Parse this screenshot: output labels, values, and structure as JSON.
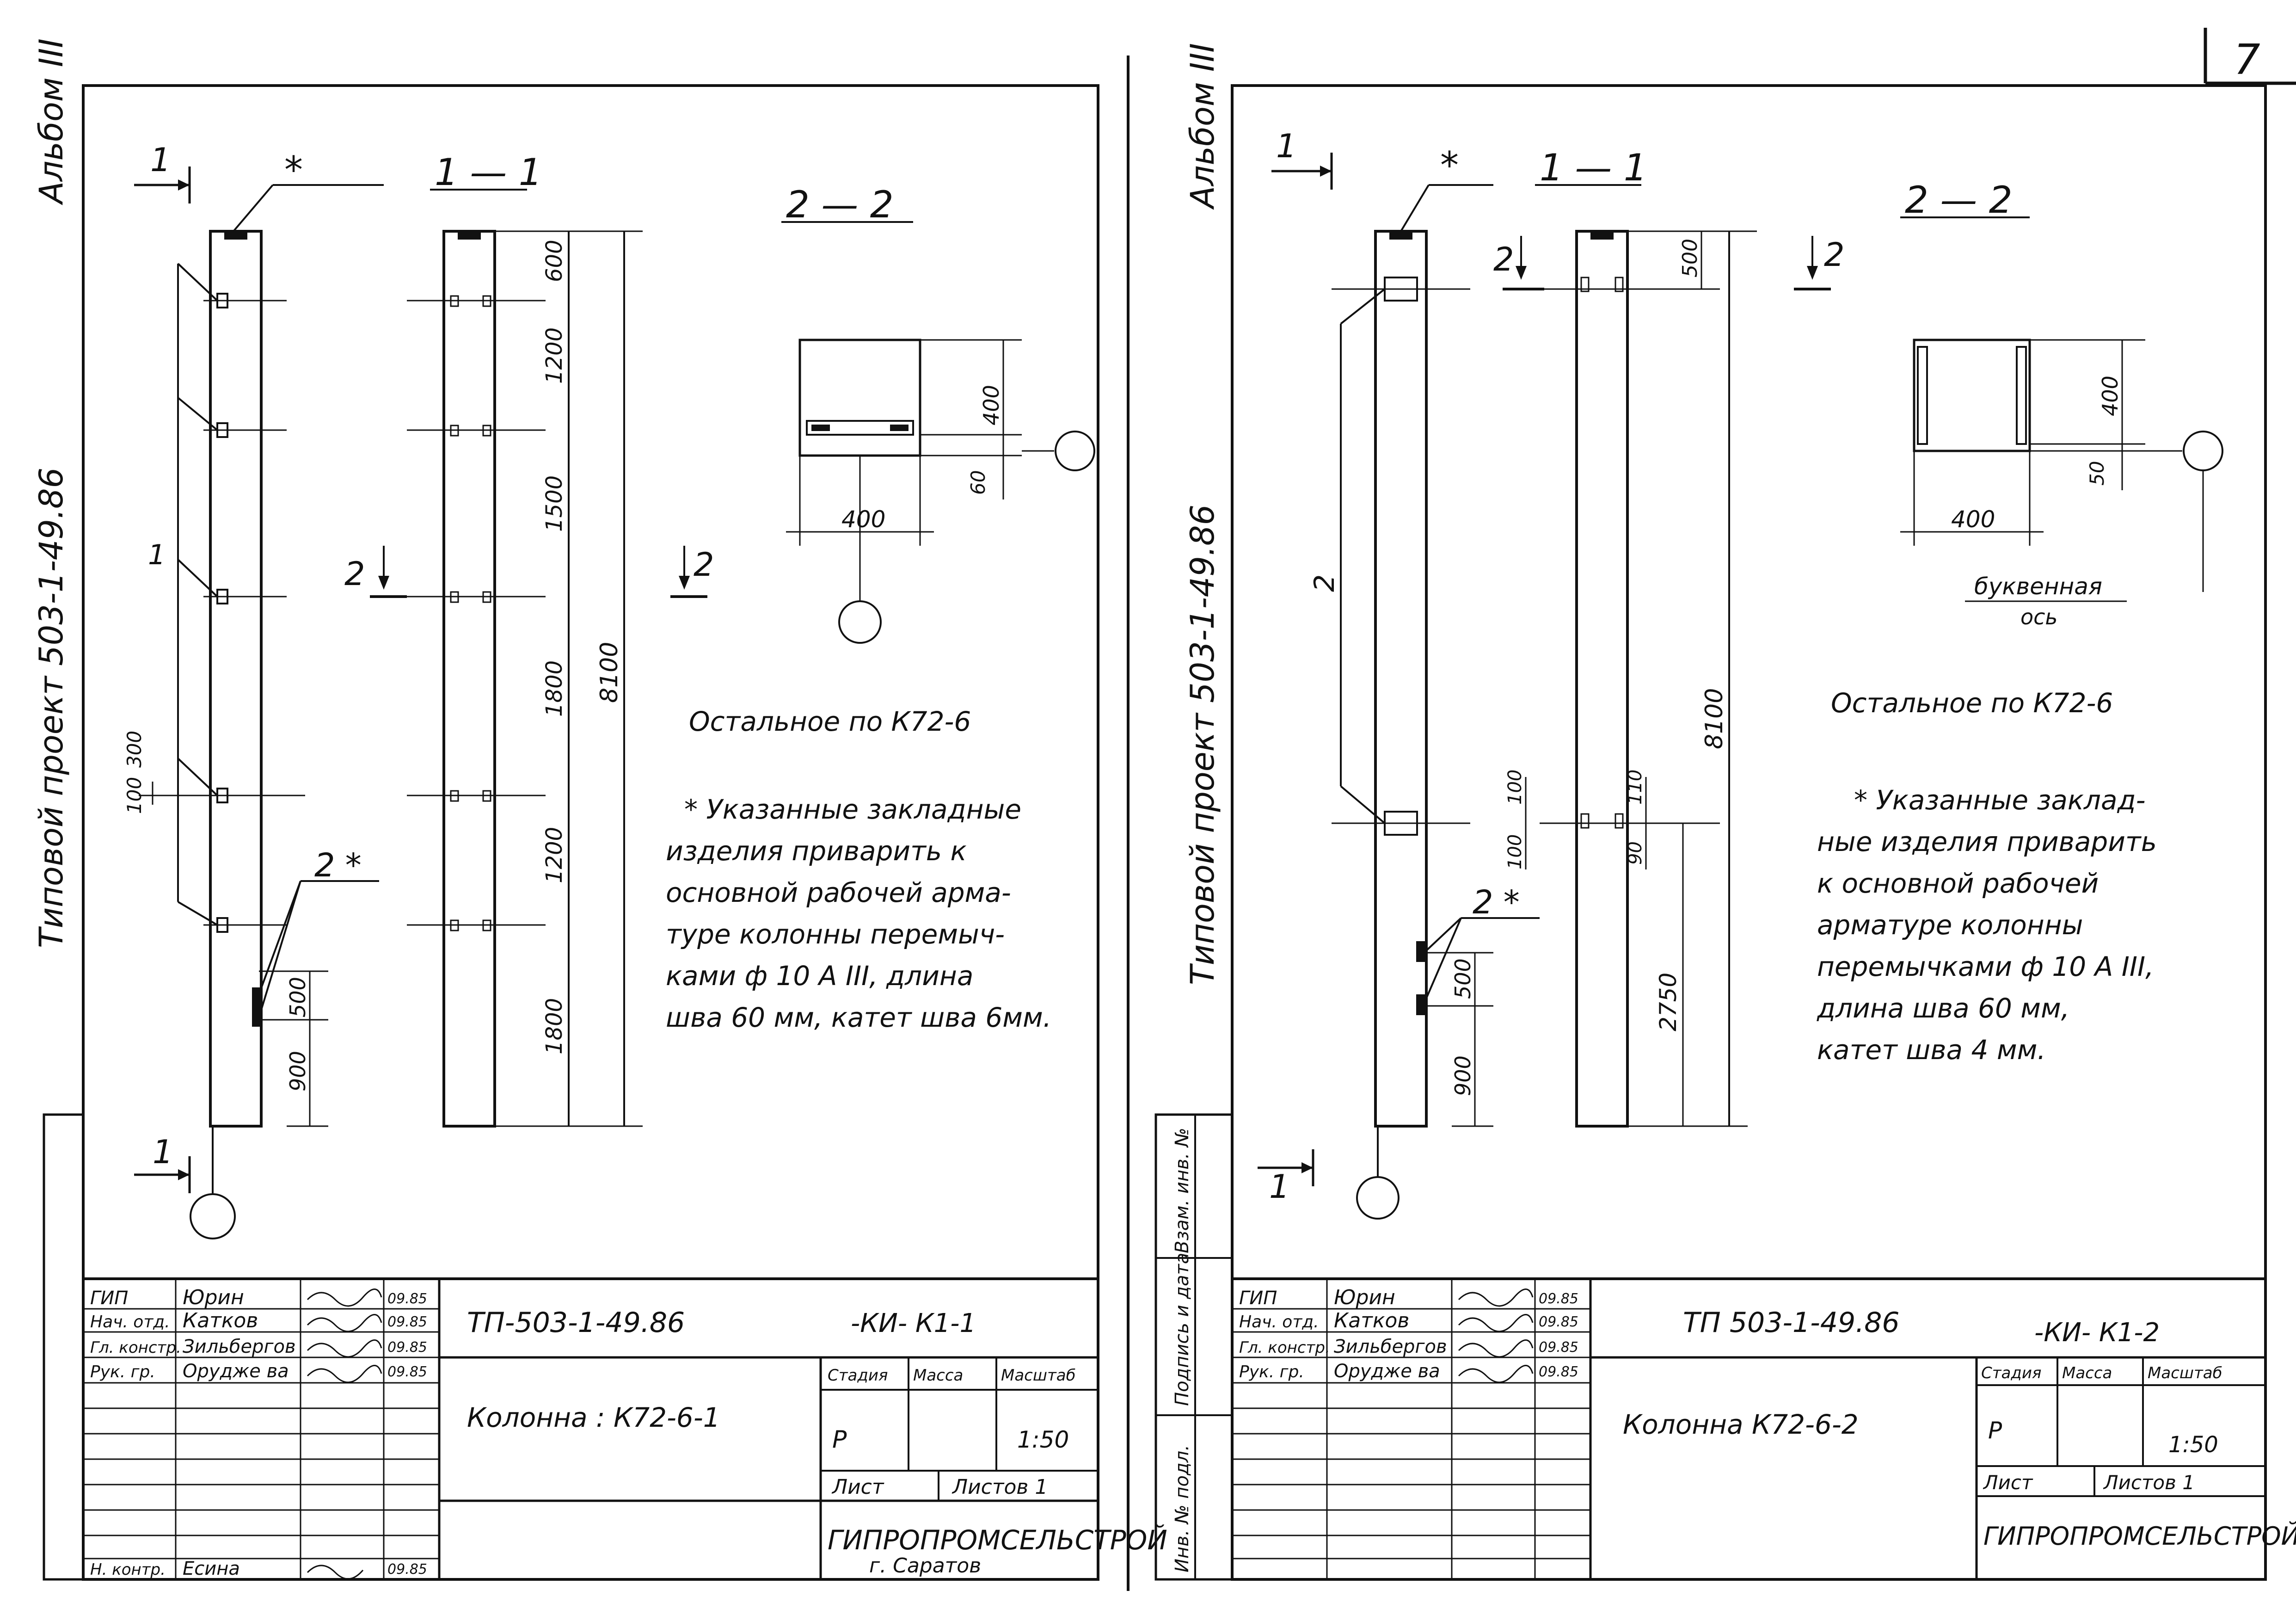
{
  "page_number": "7",
  "left": {
    "album": "Альбом III",
    "project_vertical": "Типовой проект 503-1-49.86",
    "cut_mark": "1",
    "section_title": "1 — 1",
    "section_title_2": "2 — 2",
    "asterisk": "*",
    "mark_2": "2",
    "mark_2_star": "2 *",
    "mark_1": "1",
    "dims": {
      "d600": "600",
      "d1200a": "1200",
      "d1500": "1500",
      "d1800a": "1800",
      "d1200b": "1200",
      "d1800b": "1800",
      "d8100": "8100",
      "d100": "100",
      "d300": "300",
      "d500": "500",
      "d900": "900",
      "d400v": "400",
      "d60": "60",
      "d400h": "400"
    },
    "note_rest": "Остальное по К72-6",
    "note_lines": [
      "* Указанные закладные",
      "изделия приварить к",
      "основной рабочей арма-",
      "туре колонны перемыч-",
      "ками ф 10 А III, длина",
      "шва 60 мм, катет шва 6мм."
    ],
    "stamp": {
      "roles": [
        "ГИП",
        "Нач. отд.",
        "Гл. констр.",
        "Рук. гр."
      ],
      "names": [
        "Юрин",
        "Катков",
        "Зильбергов",
        "Орудже ва"
      ],
      "dates": [
        "09.85",
        "09.85",
        "09.85",
        "09.85"
      ],
      "nkontr_role": "Н. контр.",
      "nkontr_name": "Есина",
      "nkontr_date": "09.85",
      "doc_code": "ТП-503-1-49.86",
      "doc_suffix": "-КИ- К1-1",
      "title": "Колонна : К72-6-1",
      "col_stage": "Стадия",
      "col_mass": "Масса",
      "col_scale": "Масштаб",
      "stage": "Р",
      "scale": "1:50",
      "sheet": "Лист",
      "sheets": "Листов 1",
      "org": "ГИПРОПРОМСЕЛЬСТРОЙ",
      "city": "г. Саратов"
    }
  },
  "right": {
    "album": "Альбом III",
    "project_vertical": "Типовой проект 503-1-49.86",
    "cut_mark": "1",
    "section_title": "1 — 1",
    "section_title_2": "2 — 2",
    "asterisk": "*",
    "mark_2_arrow": "2",
    "mark_2_arrow_b": "2",
    "mark_2_long": "2",
    "mark_2_star": "2 *",
    "mark_1": "1",
    "dims": {
      "d500": "500",
      "d8100": "8100",
      "d100a": "100",
      "d100b": "100",
      "d110": "110",
      "d90": "90",
      "d2750": "2750",
      "d500b": "500",
      "d900": "900",
      "d400v": "400",
      "d50": "50",
      "d400h": "400"
    },
    "axis_label_1": "буквенная",
    "axis_label_2": "ось",
    "note_rest": "Остальное по К72-6",
    "note_lines": [
      "* Указанные заклад-",
      "ные изделия приварить",
      "к основной рабочей",
      "арматуре колонны",
      "перемычками ф 10 А III,",
      "длина шва 60 мм,",
      "катет шва 4 мм."
    ],
    "side_labels": [
      "Взам. инв. №",
      "Подпись и дата",
      "Инв. № подл."
    ],
    "stamp": {
      "roles": [
        "ГИП",
        "Нач. отд.",
        "Гл. констр.",
        "Рук. гр."
      ],
      "names": [
        "Юрин",
        "Катков",
        "Зильбергов",
        "Орудже ва"
      ],
      "dates": [
        "09.85",
        "09.85",
        "09.85",
        "09.85"
      ],
      "doc_code": "ТП 503-1-49.86",
      "doc_suffix": "-КИ- К1-2",
      "title": "Колонна К72-6-2",
      "col_stage": "Стадия",
      "col_mass": "Масса",
      "col_scale": "Масштаб",
      "stage": "Р",
      "scale": "1:50",
      "sheet": "Лист",
      "sheets": "Листов 1",
      "org": "ГИПРОПРОМСЕЛЬСТРОЙ"
    }
  }
}
